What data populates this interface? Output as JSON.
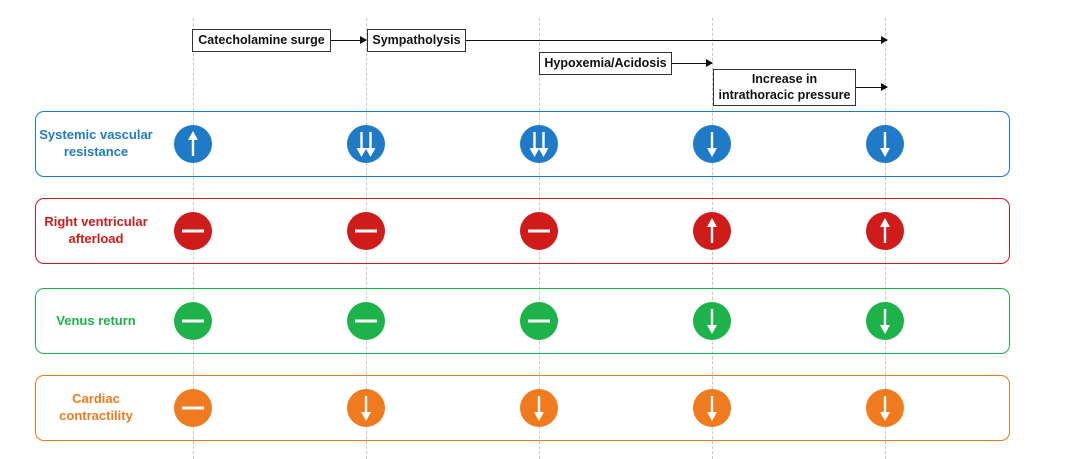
{
  "events": [
    {
      "id": "catecholamine-surge",
      "label": "Catecholamine surge"
    },
    {
      "id": "sympatholysis",
      "label": "Sympatholysis"
    },
    {
      "id": "hypoxemia-acidosis",
      "label": "Hypoxemia/Acidosis"
    },
    {
      "id": "intrathoracic-pressure",
      "label": "Increase in\nintrathoracic pressure"
    }
  ],
  "rows": [
    {
      "id": "systemic-vascular-resistance",
      "label": "Systemic vascular\nresistance",
      "color": "#1f7bc8",
      "markers": [
        "up",
        "double-down",
        "double-down",
        "down",
        "down"
      ]
    },
    {
      "id": "right-ventricular-afterload",
      "label": "Right ventricular\nafterload",
      "color": "#d01b1b",
      "markers": [
        "neutral",
        "neutral",
        "neutral",
        "up",
        "up"
      ]
    },
    {
      "id": "venus-return",
      "label": "Venus return",
      "color": "#1db34a",
      "markers": [
        "neutral",
        "neutral",
        "neutral",
        "down",
        "down"
      ]
    },
    {
      "id": "cardiac-contractility",
      "label": "Cardiac\ncontractility",
      "color": "#f07a1e",
      "markers": [
        "neutral",
        "down",
        "down",
        "down",
        "down"
      ]
    }
  ]
}
